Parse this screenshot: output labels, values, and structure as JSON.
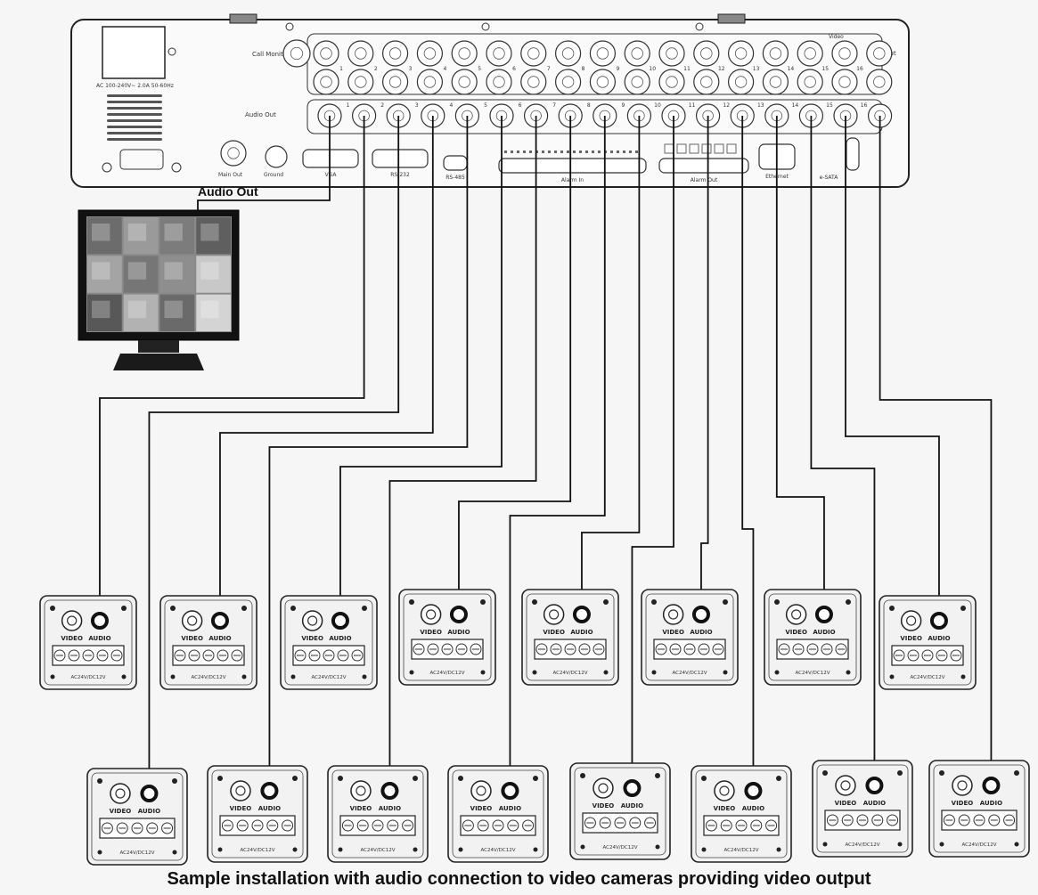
{
  "caption": "Sample installation with audio connection to video cameras providing video output",
  "monitor_label": "Audio Out",
  "dvr": {
    "call_monitor_label": "Call Monitor",
    "audio_out_label": "Audio Out",
    "video_label": "Video",
    "out_label": "Out",
    "power_label": "AC 100-240V~ 2.0A 50-60Hz",
    "bnc_numbers": [
      "1",
      "2",
      "3",
      "4",
      "5",
      "6",
      "7",
      "8",
      "9",
      "10",
      "11",
      "12",
      "13",
      "14",
      "15",
      "16"
    ],
    "ports": [
      "VGA",
      "RS-232",
      "RS-485",
      "Alarm In",
      "Alarm Out",
      "Ethernet",
      "e-SATA",
      "Main Out",
      "Ground"
    ]
  },
  "camera": {
    "video_label": "VIDEO",
    "audio_label": "AUDIO",
    "power_label": "AC24V/DC12V",
    "count": 16
  }
}
